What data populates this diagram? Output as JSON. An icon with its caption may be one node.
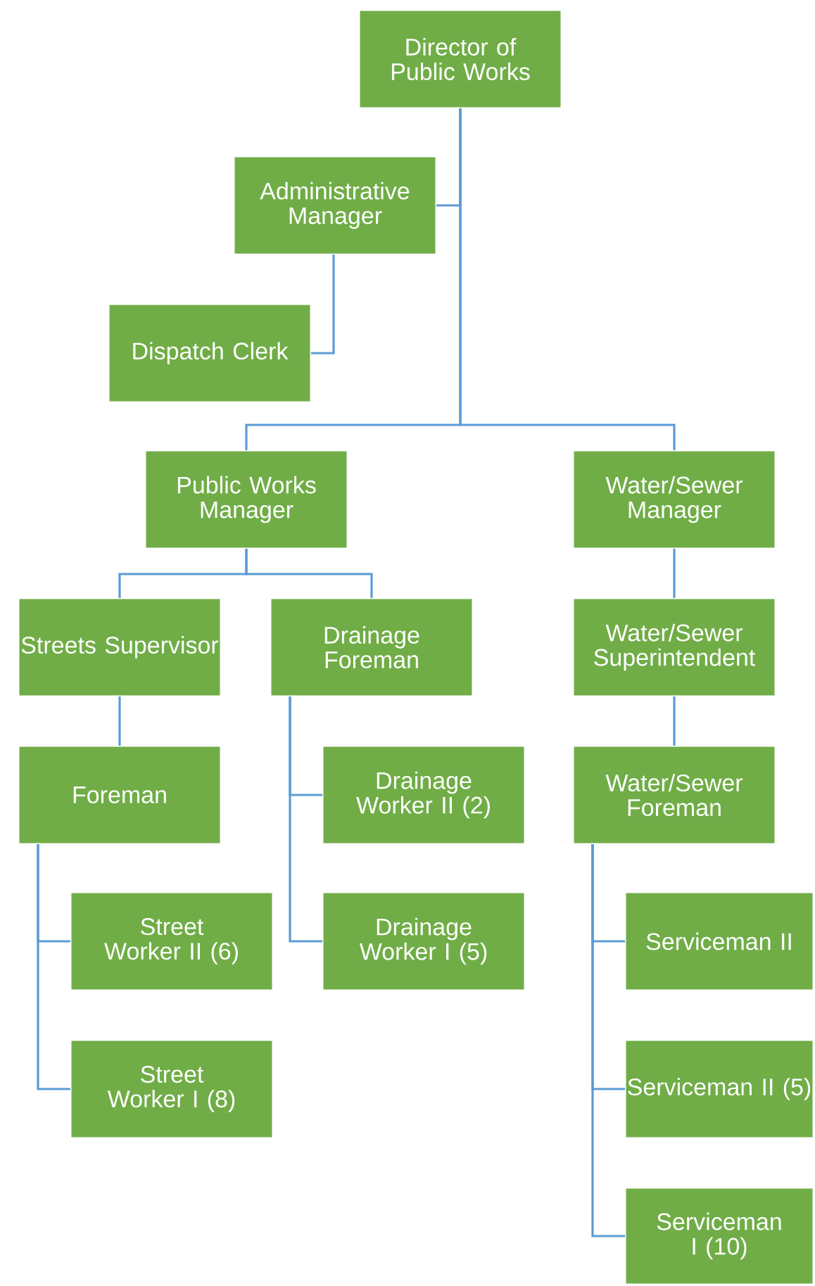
{
  "diagram": {
    "nodes": [
      {
        "text": [
          "Director of Public Works"
        ]
      },
      {
        "text": [
          "Administrative Manager"
        ]
      },
      {
        "text": [
          "Dispatch Clerk"
        ]
      },
      {
        "text": [
          "Public Works Manager"
        ]
      },
      {
        "text": [
          "Water/Sewer Manager"
        ]
      },
      {
        "text": [
          "Streets Supervisor"
        ]
      },
      {
        "text": [
          "Drainage Foreman"
        ]
      },
      {
        "text": [
          "Water/Sewer Superintendent"
        ]
      },
      {
        "text": [
          "Foreman"
        ]
      },
      {
        "text": [
          "Drainage Worker II (2)"
        ]
      },
      {
        "text": [
          "Water/Sewer Foreman"
        ]
      },
      {
        "text": [
          "Street Worker II (6)"
        ]
      },
      {
        "text": [
          "Drainage Worker I (5)"
        ]
      },
      {
        "text": [
          "Serviceman II"
        ]
      },
      {
        "text": [
          "Street Worker I (8)"
        ]
      },
      {
        "text": [
          "Serviceman II (5)"
        ]
      },
      {
        "text": [
          "Serviceman I (10)"
        ]
      }
    ],
    "edges": [
      {
        "from": 0,
        "to": 1,
        "arrow": "none"
      },
      {
        "from": 1,
        "to": 2,
        "arrow": "none"
      },
      {
        "from": 0,
        "to": 3,
        "arrow": "none"
      },
      {
        "from": 0,
        "to": 4,
        "arrow": "none"
      },
      {
        "from": 3,
        "to": 5,
        "arrow": "none"
      },
      {
        "from": 3,
        "to": 6,
        "arrow": "none"
      },
      {
        "from": 4,
        "to": 7,
        "arrow": "none"
      },
      {
        "from": 5,
        "to": 8,
        "arrow": "none"
      },
      {
        "from": 6,
        "to": 9,
        "arrow": "none"
      },
      {
        "from": 6,
        "to": 12,
        "arrow": "none"
      },
      {
        "from": 7,
        "to": 10,
        "arrow": "none"
      },
      {
        "from": 8,
        "to": 11,
        "arrow": "none"
      },
      {
        "from": 8,
        "to": 14,
        "arrow": "none"
      },
      {
        "from": 10,
        "to": 13,
        "arrow": "none"
      },
      {
        "from": 10,
        "to": 15,
        "arrow": "none"
      },
      {
        "from": 10,
        "to": 16,
        "arrow": "none"
      }
    ]
  }
}
